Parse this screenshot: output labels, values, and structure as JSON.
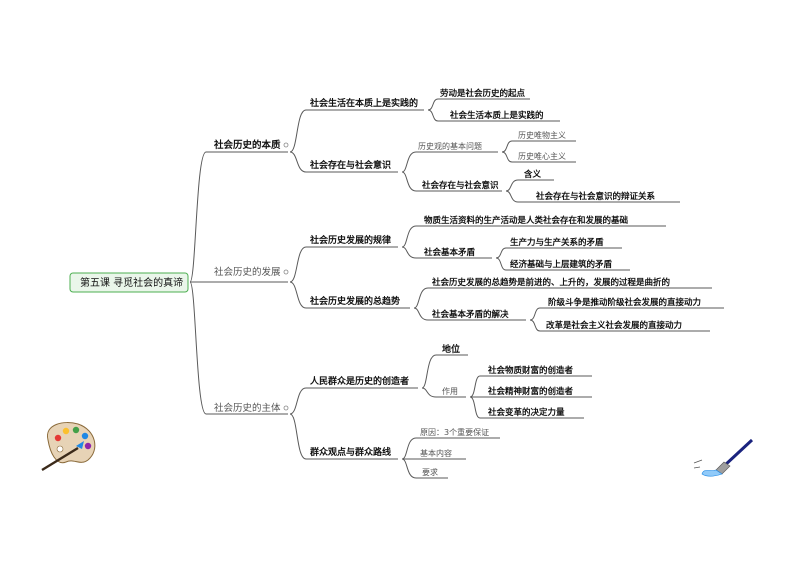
{
  "root": "第五课 寻觅社会的真谛",
  "l1": [
    "社会历史的本质",
    "社会历史的发展",
    "社会历史的主体"
  ],
  "l2": [
    "社会生活在本质上是实践的",
    "社会存在与社会意识",
    "社会历史发展的规律",
    "社会历史发展的总趋势",
    "人民群众是历史的创造者",
    "群众观点与群众路线"
  ],
  "l3": [
    "劳动是社会历史的起点",
    "社会生活本质上是实践的",
    "历史观的基本问题",
    "社会存在与社会意识",
    "物质生活资料的生产活动是人类社会存在和发展的基础",
    "社会基本矛盾",
    "社会历史发展的总趋势是前进的、上升的，发展的过程是曲折的",
    "社会基本矛盾的解决",
    "地位",
    "作用",
    "原因：3个重要保证",
    "基本内容",
    "要求"
  ],
  "l4": [
    "历史唯物主义",
    "历史唯心主义",
    "含义",
    "社会存在与社会意识的辩证关系",
    "生产力与生产关系的矛盾",
    "经济基础与上层建筑的矛盾",
    "阶级斗争是推动阶级社会发展的直接动力",
    "改革是社会主义社会发展的直接动力",
    "社会物质财富的创造者",
    "社会精神财富的创造者",
    "社会变革的决定力量"
  ],
  "colors": {
    "line": "#5a5a5a",
    "root_border": "#4caf50",
    "root_fill": "#eaf6ea"
  },
  "icons": [
    "palette-icon",
    "paintbrush-icon"
  ]
}
